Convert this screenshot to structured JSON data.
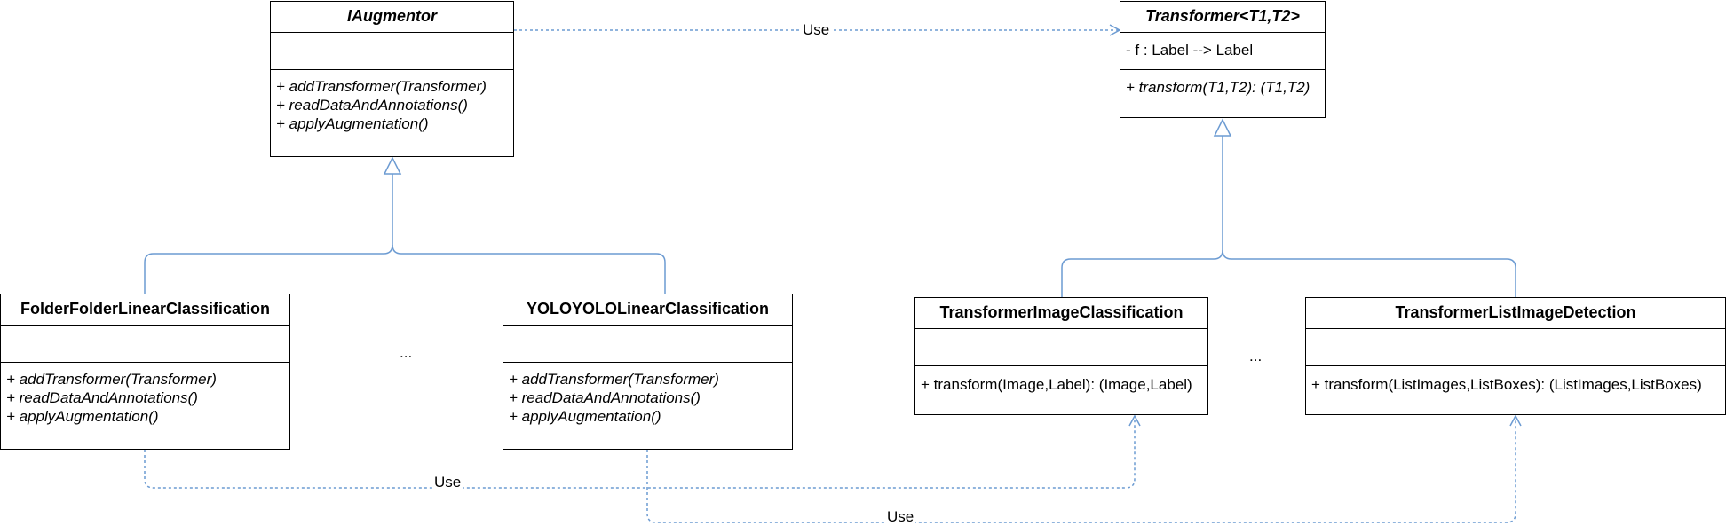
{
  "colors": {
    "edge": "#6c9bd2",
    "border": "#000000"
  },
  "classes": {
    "iaugmentor": {
      "name": "IAugmentor",
      "attributes": [],
      "operations": [
        "+ addTransformer(Transformer)",
        "+ readDataAndAnnotations()",
        "+ applyAugmentation()"
      ]
    },
    "transformer": {
      "name": "Transformer<T1,T2>",
      "attributes": [
        "- f : Label --> Label"
      ],
      "operations": [
        "+ transform(T1,T2): (T1,T2)"
      ]
    },
    "folder": {
      "name": "FolderFolderLinearClassification",
      "attributes": [],
      "operations": [
        "+ addTransformer(Transformer)",
        "+ readDataAndAnnotations()",
        "+ applyAugmentation()"
      ]
    },
    "yolo": {
      "name": "YOLOYOLOLinearClassification",
      "attributes": [],
      "operations": [
        "+ addTransformer(Transformer)",
        "+ readDataAndAnnotations()",
        "+ applyAugmentation()"
      ]
    },
    "image_classification": {
      "name": "TransformerImageClassification",
      "attributes": [],
      "operations": [
        "+ transform(Image,Label): (Image,Label)"
      ]
    },
    "list_image_detection": {
      "name": "TransformerListImageDetection",
      "attributes": [],
      "operations": [
        "+ transform(ListImages,ListBoxes): (ListImages,ListBoxes)"
      ]
    }
  },
  "edge_labels": {
    "use_top": "Use",
    "use_folder": "Use",
    "use_yolo": "Use"
  },
  "ellipses": {
    "left": "...",
    "right": "..."
  }
}
